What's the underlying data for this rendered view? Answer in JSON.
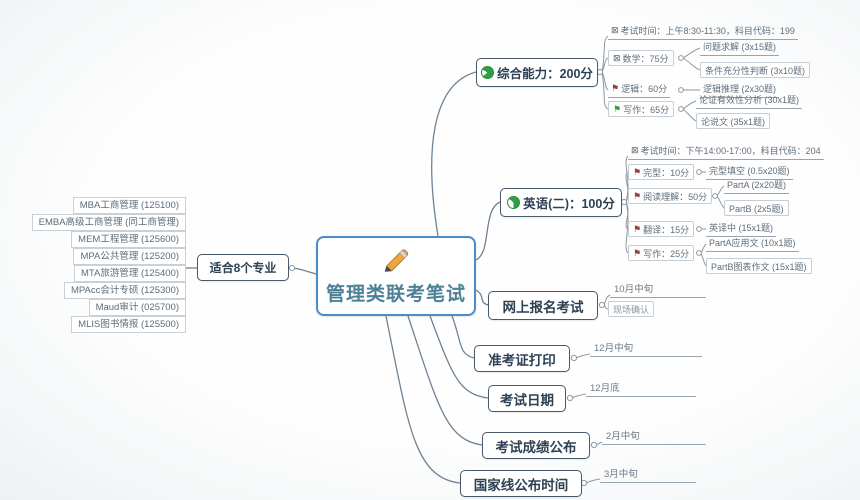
{
  "title": "管理类联考笔试",
  "icons": {
    "checkbox": "⊠",
    "flag": "⚑",
    "pencil": "pencil-icon",
    "pie": "pie-progress-icon"
  },
  "colors": {
    "center_border": "#4b8cc8",
    "center_text": "#4e8096",
    "node_border": "#47596b",
    "node_text": "#2e4154",
    "connector_line": "#7d8f9d",
    "green_icon": "#2f9e44",
    "flag_red": "#9c3a3a",
    "flag_green": "#2f9e44",
    "pencil_body": "#f2a33c"
  },
  "left": {
    "label": "适合8个专业",
    "majors": [
      "MBA工商管理 (125100)",
      "EMBA高级工商管理 (同工商管理)",
      "MEM工程管理 (125600)",
      "MPA公共管理 (125200)",
      "MTA旅游管理 (125400)",
      "MPAcc会计专硕 (125300)",
      "Maud审计 (025700)",
      "MLIS图书情报 (125500)"
    ]
  },
  "comprehensive": {
    "label": "综合能力：200分",
    "exam_time": "考试时间：上午8:30-11:30，科目代码：199",
    "math": {
      "label": "数学：75分",
      "children": [
        "问题求解 (3x15题)",
        "条件充分性判断 (3x10题)"
      ]
    },
    "logic": {
      "label": "逻辑：60分",
      "children": [
        "逻辑推理 (2x30题)"
      ]
    },
    "writing": {
      "label": "写作：65分",
      "children": [
        "论证有效性分析 (30x1题)",
        "论说文 (35x1题)"
      ]
    }
  },
  "english": {
    "label": "英语(二)：100分",
    "exam_time": "考试时间：下午14:00-17:00，科目代码：204",
    "cloze": {
      "label": "完型：10分",
      "children": [
        "完型填空 (0.5x20题)"
      ]
    },
    "reading": {
      "label": "阅读理解：50分",
      "children": [
        "PartA (2x20题)",
        "PartB (2x5题)"
      ]
    },
    "translation": {
      "label": "翻译：15分",
      "children": [
        "英译中 (15x1题)"
      ]
    },
    "writing": {
      "label": "写作：25分",
      "children": [
        "PartA应用文 (10x1题)",
        "PartB图表作文 (15x1题)"
      ]
    }
  },
  "timeline": [
    {
      "label": "网上报名考试",
      "date": "10月中旬",
      "note": "现场确认"
    },
    {
      "label": "准考证打印",
      "date": "12月中旬"
    },
    {
      "label": "考试日期",
      "date": "12月底"
    },
    {
      "label": "考试成绩公布",
      "date": "2月中旬"
    },
    {
      "label": "国家线公布时间",
      "date": "3月中旬"
    }
  ]
}
